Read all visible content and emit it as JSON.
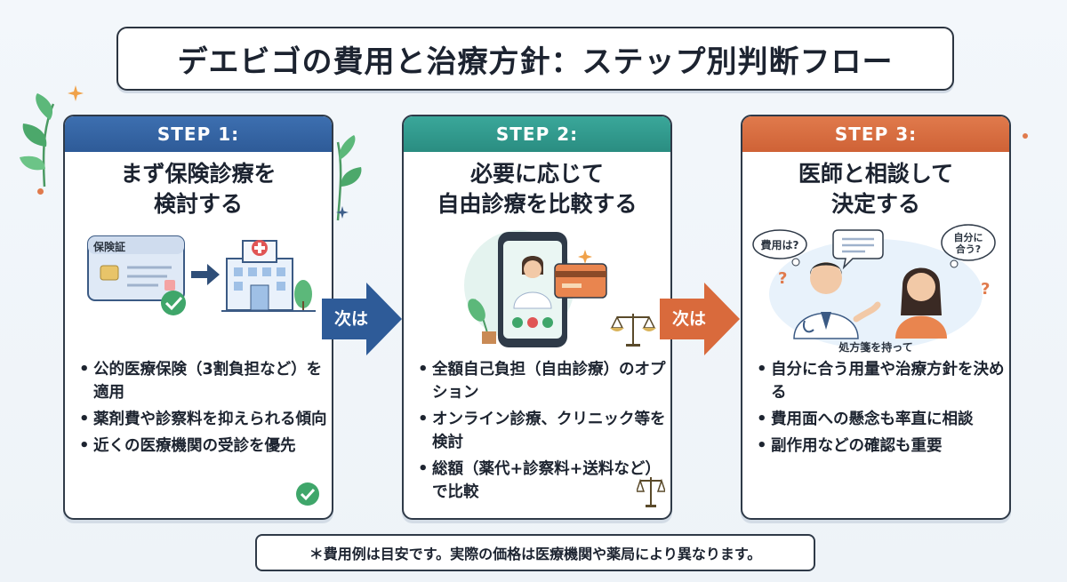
{
  "title": "デエビゴの費用と治療方針：ステップ別判断フロー",
  "steps": [
    {
      "header": "STEP 1:",
      "title_lines": [
        "まず保険診療を",
        "検討する"
      ],
      "illustration": {
        "card_label": "保険証",
        "icons": [
          "insurance-card-icon",
          "arrow-right-icon",
          "hospital-icon",
          "check-icon"
        ]
      },
      "bullets": [
        "公的医療保険（3割負担など）を適用",
        "薬剤費や診察料を抑えられる傾向",
        "近くの医療機関の受診を優先"
      ],
      "color": "#3d6fb0"
    },
    {
      "header": "STEP 2:",
      "title_lines": [
        "必要に応じて",
        "自由診療を比較する"
      ],
      "illustration": {
        "icons": [
          "smartphone-doctor-icon",
          "credit-card-icon",
          "scale-icon"
        ]
      },
      "bullets": [
        "全額自己負担（自由診療）のオプション",
        "オンライン診療、クリニック等を検討",
        "総額（薬代+診察料+送料など）で比較"
      ],
      "color": "#3aa79a"
    },
    {
      "header": "STEP 3:",
      "title_lines": [
        "医師と相談して",
        "決定する"
      ],
      "illustration": {
        "bubble_left": "費用は?",
        "bubble_right_lines": [
          "自分に",
          "合う?"
        ],
        "caption": "処方箋を持って",
        "icons": [
          "doctor-icon",
          "patient-icon",
          "speech-bubble-icon",
          "question-mark-icon"
        ]
      },
      "bullets": [
        "自分に合う用量や治療方針を決める",
        "費用面への懸念も率直に相談",
        "副作用などの確認も重要"
      ],
      "color": "#e07a4c"
    }
  ],
  "arrows": [
    {
      "label": "次は",
      "color": "#2e5b98"
    },
    {
      "label": "次は",
      "color": "#d96a3c"
    }
  ],
  "note": "＊費用例は目安です。実際の価格は医療機関や薬局により異なります。"
}
